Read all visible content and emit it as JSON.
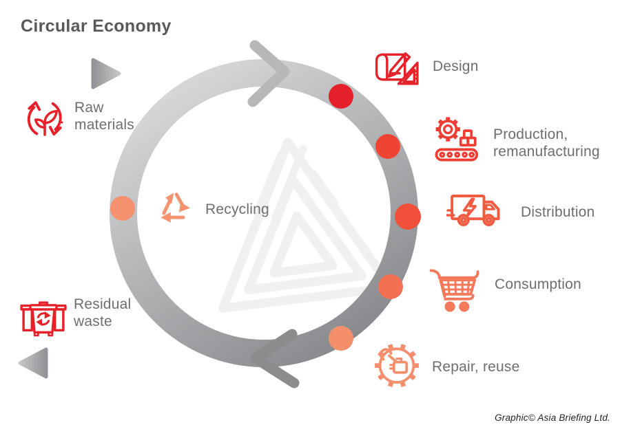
{
  "title": "Circular Economy",
  "credit": "Graphic© Asia Briefing Ltd.",
  "stages": {
    "raw_materials": {
      "label": "Raw\nmaterials",
      "color": "#e62129"
    },
    "design": {
      "label": "Design",
      "color": "#e62129"
    },
    "production": {
      "label": "Production,\nremanufacturing",
      "color": "#ee3e33"
    },
    "distribution": {
      "label": "Distribution",
      "color": "#f15b40"
    },
    "consumption": {
      "label": "Consumption",
      "color": "#f4795a"
    },
    "repair": {
      "label": "Repair, reuse",
      "color": "#f58e6d"
    },
    "recycling": {
      "label": "Recycling",
      "color": "#f5936f"
    },
    "residual_waste": {
      "label": "Residual\nwaste",
      "color": "#e62129"
    }
  },
  "cycle_markers": [
    {
      "stage": "design",
      "color": "#e4212b"
    },
    {
      "stage": "production",
      "color": "#ef4431"
    },
    {
      "stage": "distribution",
      "color": "#f0503a"
    },
    {
      "stage": "consumption",
      "color": "#f37052"
    },
    {
      "stage": "repair",
      "color": "#f58f6b"
    },
    {
      "stage": "recycling",
      "color": "#f4916f"
    }
  ],
  "colors": {
    "title_text": "#58595b",
    "label_text": "#6d6e71",
    "ring_light": "#dadbdd",
    "ring_dark": "#87888b",
    "chevron_top": "#b6b7b9",
    "chevron_bottom": "#8b8c8e",
    "arrow_dark": "#929396",
    "arrow_light": "#c5c6c8",
    "watermark": "#f1f0f0",
    "credit_text": "#231f20"
  }
}
